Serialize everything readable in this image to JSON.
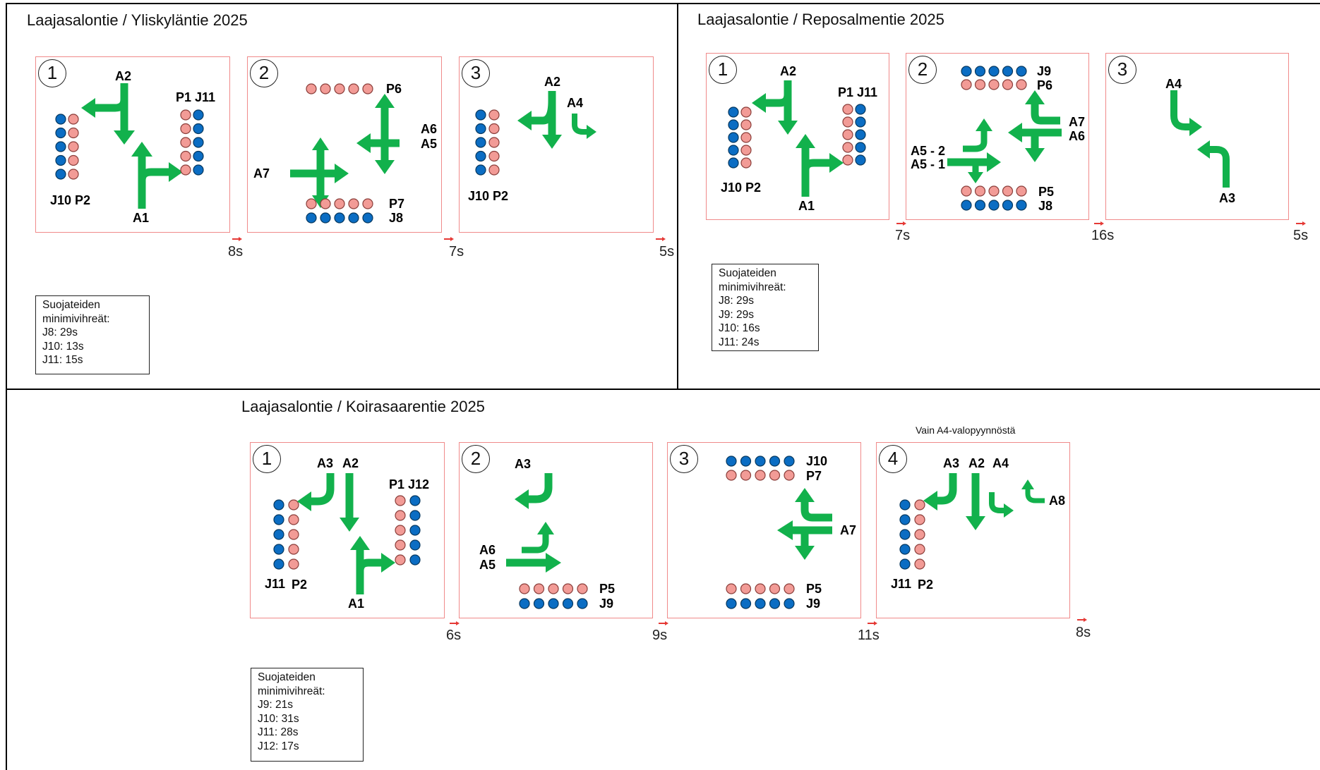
{
  "colors": {
    "arrow": "#12b14c",
    "ped_blue": "#0b6dc3",
    "ped_pink": "#f29b96",
    "phase_border": "#f08a8a",
    "time_tick": "#e53935"
  },
  "sections": [
    {
      "title": "Laajasalontie / Yliskyläntie 2025",
      "phases": [
        {
          "number": "1",
          "labels": [
            "A2",
            "P1 J11",
            "J10 P2",
            "A1"
          ],
          "time": "8s"
        },
        {
          "number": "2",
          "labels": [
            "P6",
            "A6",
            "A5",
            "A7",
            "P7",
            "J8"
          ],
          "time": "7s"
        },
        {
          "number": "3",
          "labels": [
            "A2",
            "A4",
            "J10 P2"
          ],
          "time": "5s"
        }
      ],
      "note": {
        "heading": [
          "Suojateiden",
          "minimivihreät:"
        ],
        "items": [
          "J8: 29s",
          "J10: 13s",
          "J11: 15s"
        ]
      }
    },
    {
      "title": "Laajasalontie / Reposalmentie 2025",
      "phases": [
        {
          "number": "1",
          "labels": [
            "A2",
            "P1 J11",
            "J10 P2",
            "A1"
          ],
          "time": "7s"
        },
        {
          "number": "2",
          "labels": [
            "J9",
            "P6",
            "A7",
            "A6",
            "A5 - 2",
            "A5 - 1",
            "P5",
            "J8"
          ],
          "time": "16s"
        },
        {
          "number": "3",
          "labels": [
            "A4",
            "A3"
          ],
          "time": "5s"
        }
      ],
      "note": {
        "heading": [
          "Suojateiden",
          "minimivihreät:"
        ],
        "items": [
          "J8: 29s",
          "J9: 29s",
          "J10: 16s",
          "J11: 24s"
        ]
      }
    },
    {
      "title": "Laajasalontie / Koirasaarentie 2025",
      "phases": [
        {
          "number": "1",
          "labels": [
            "A3",
            "A2",
            "P1 J12",
            "J11",
            "P2",
            "A1"
          ],
          "time": "6s"
        },
        {
          "number": "2",
          "labels": [
            "A3",
            "A6",
            "A5",
            "P5",
            "J9"
          ],
          "time": "9s"
        },
        {
          "number": "3",
          "labels": [
            "J10",
            "P7",
            "A7",
            "P5",
            "J9"
          ],
          "time": "11s"
        },
        {
          "number": "4",
          "labels": [
            "A3",
            "A2",
            "A4",
            "A8",
            "J11",
            "P2"
          ],
          "time": "8s"
        }
      ],
      "footnote": "Vain A4-valopyynnöstä",
      "note": {
        "heading": [
          "Suojateiden",
          "minimivihreät:"
        ],
        "items": [
          "J9: 21s",
          "J10: 31s",
          "J11: 28s",
          "J12: 17s"
        ]
      }
    }
  ]
}
